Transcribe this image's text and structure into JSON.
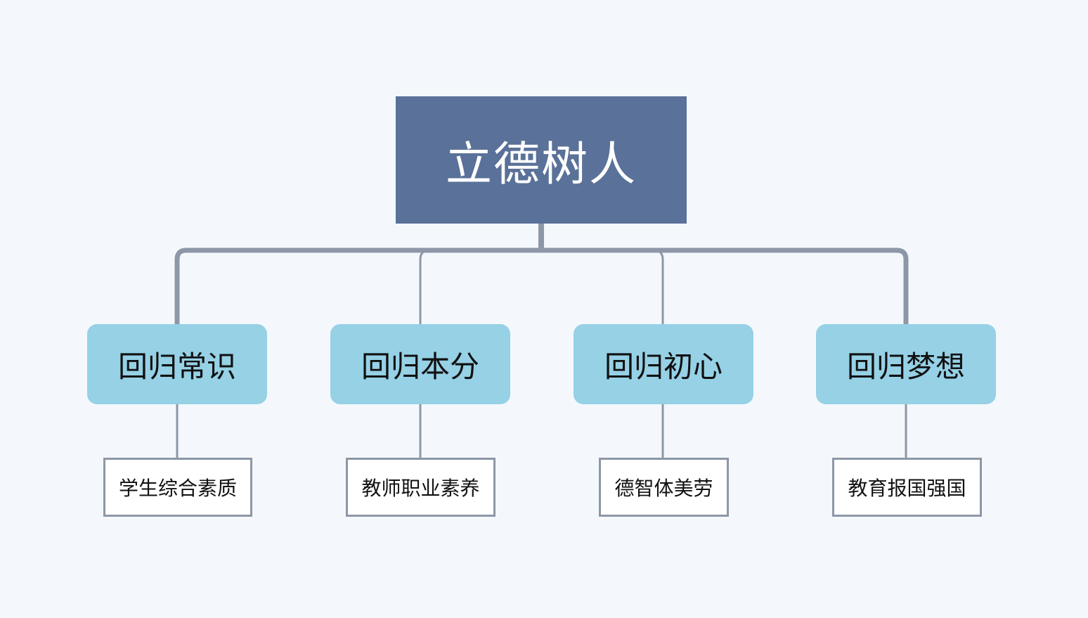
{
  "diagram": {
    "root": {
      "label": "立德树人"
    },
    "branches": [
      {
        "label": "回归常识",
        "leaf": "学生综合素质"
      },
      {
        "label": "回归本分",
        "leaf": "教师职业素养"
      },
      {
        "label": "回归初心",
        "leaf": "德智体美劳"
      },
      {
        "label": "回归梦想",
        "leaf": "教育报国强国"
      }
    ]
  },
  "colors": {
    "background": "#f4f8fc",
    "root_fill": "#5a7199",
    "branch_fill": "#96d1e6",
    "connector": "#8d97a7",
    "leaf_border": "#8d97a7"
  }
}
